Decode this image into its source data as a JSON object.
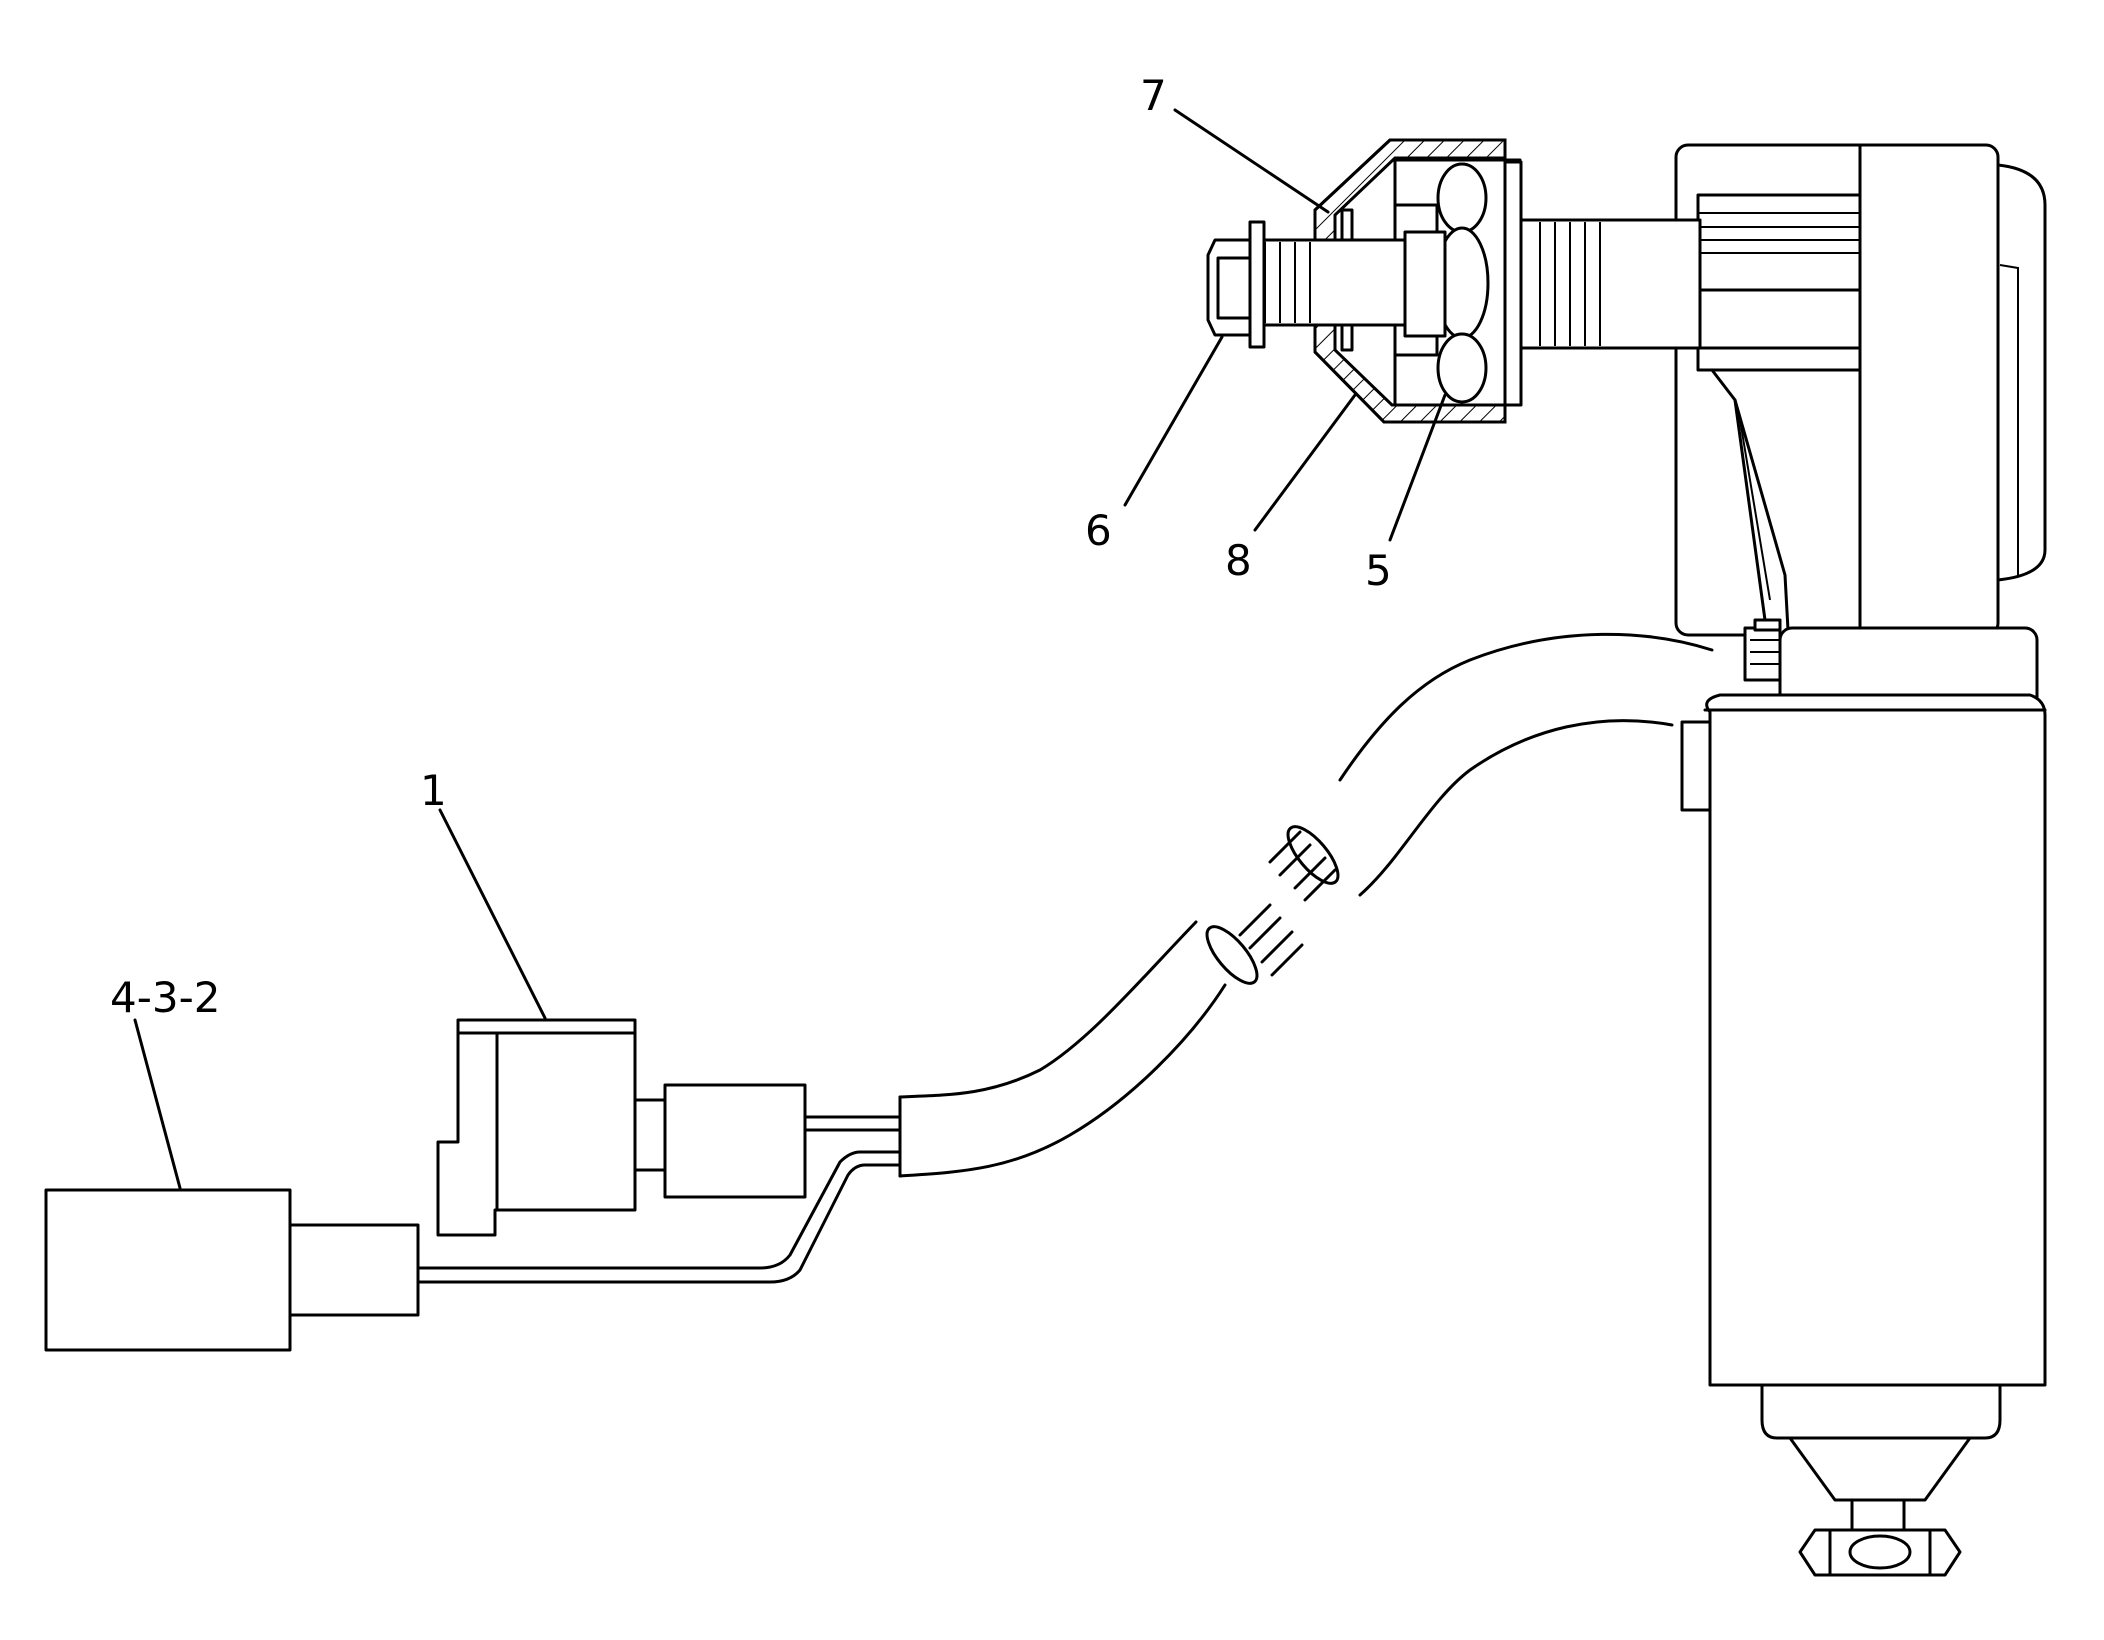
{
  "callouts": {
    "c1": "1",
    "c432": "4-3-2",
    "c5": "5",
    "c6": "6",
    "c7": "7",
    "c8": "8"
  }
}
